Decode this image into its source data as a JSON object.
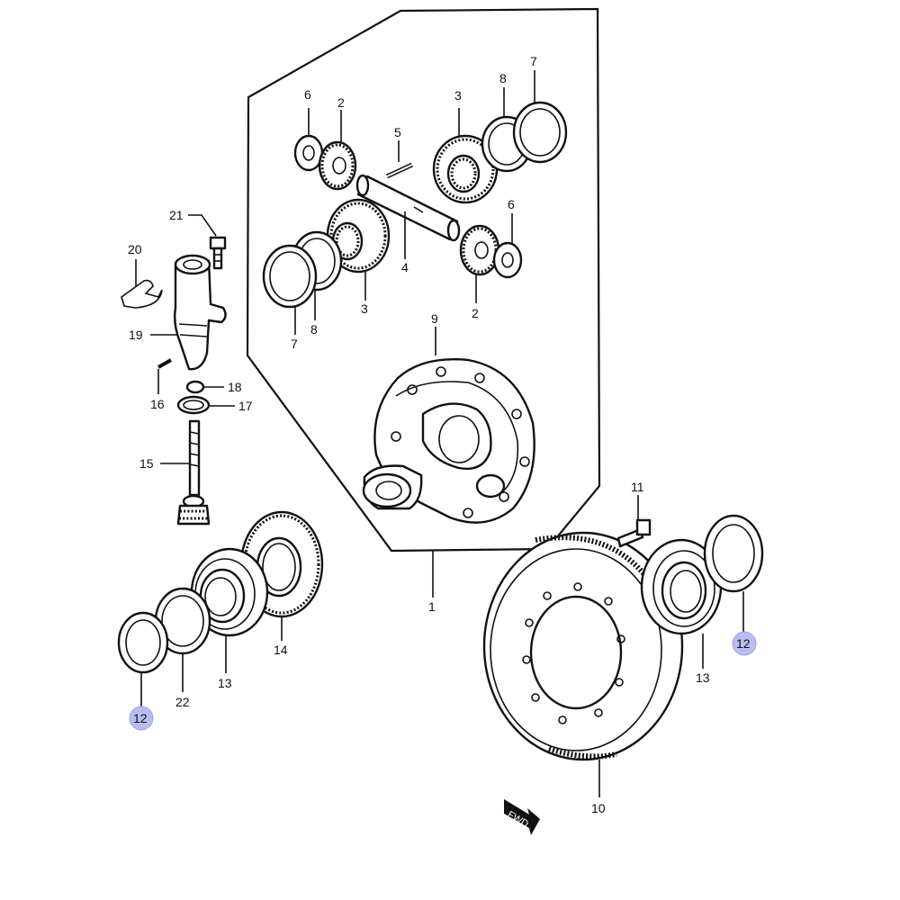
{
  "labels": {
    "p1": "1",
    "p2a": "2",
    "p2b": "2",
    "p3a": "3",
    "p3b": "3",
    "p4": "4",
    "p5": "5",
    "p6a": "6",
    "p6b": "6",
    "p7a": "7",
    "p7b": "7",
    "p8a": "8",
    "p8b": "8",
    "p9": "9",
    "p10": "10",
    "p11": "11",
    "p12a": "12",
    "p12b": "12",
    "p13a": "13",
    "p13b": "13",
    "p14": "14",
    "p15": "15",
    "p16": "16",
    "p17": "17",
    "p18": "18",
    "p19": "19",
    "p20": "20",
    "p21": "21",
    "p22": "22"
  },
  "fwd_marker": "FWD",
  "highlight_color": "#b7bdf0"
}
